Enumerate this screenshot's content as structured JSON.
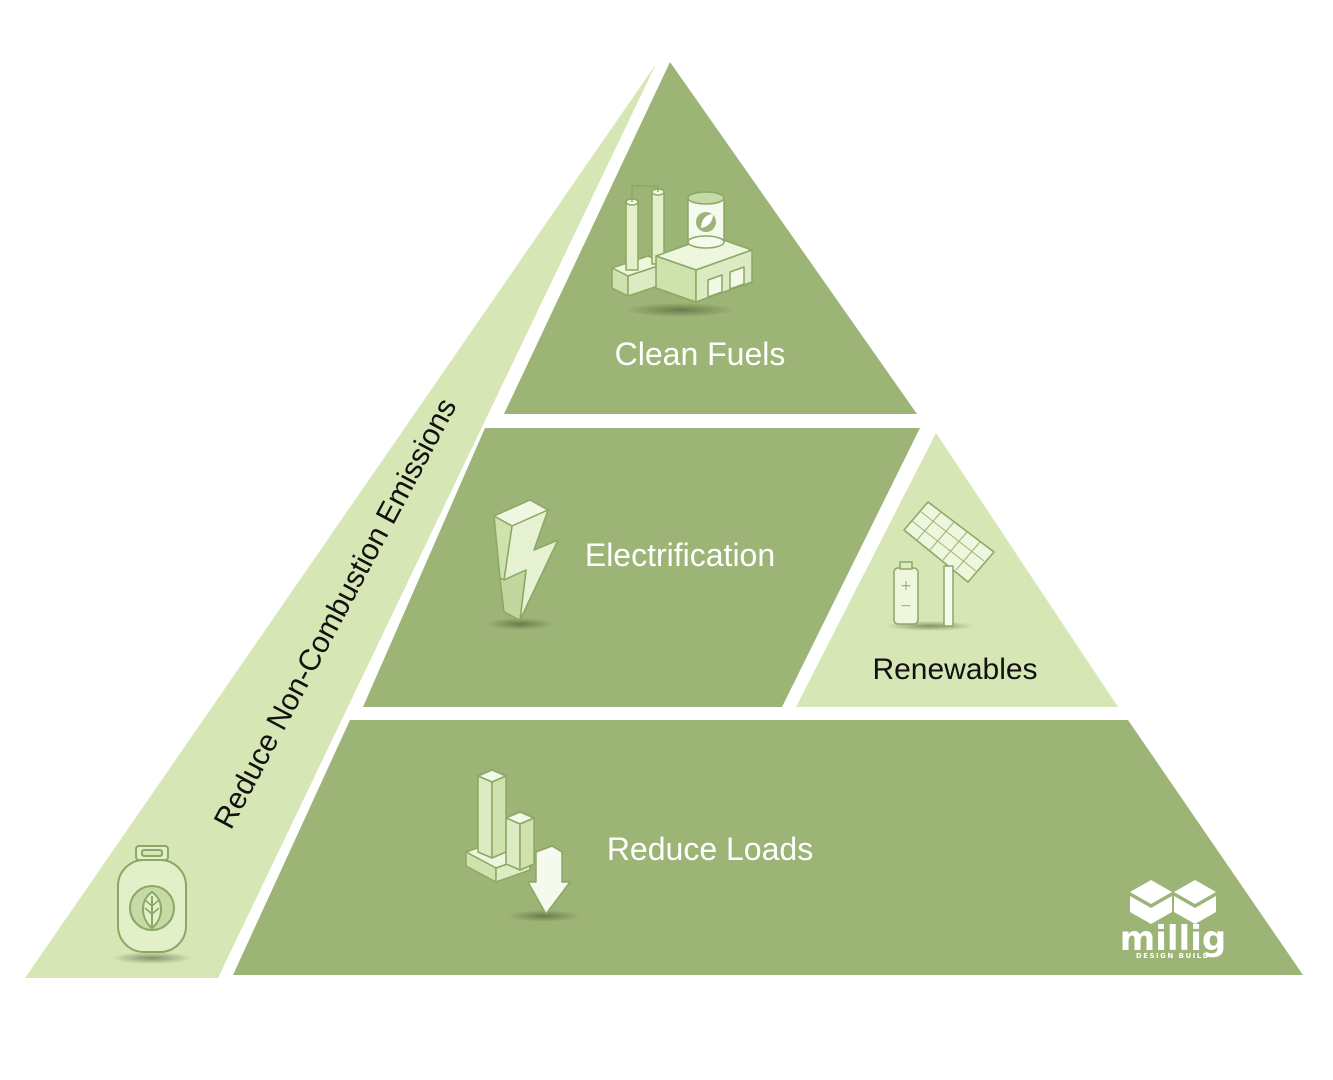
{
  "diagram": {
    "tiers": {
      "top": {
        "label": "Clean Fuels",
        "icon": "factory-icon"
      },
      "middle": {
        "label": "Electrification",
        "icon": "lightning-bolt-icon"
      },
      "side": {
        "label": "Renewables",
        "icon": "solar-panel-battery-icon"
      },
      "bottom": {
        "label": "Reduce Loads",
        "icon": "bar-chart-decrease-icon"
      },
      "edge": {
        "label": "Reduce Non-Combustion Emissions",
        "icon": "gas-tank-leaf-icon"
      }
    },
    "logo": {
      "name": "millig",
      "tagline": "DESIGN BUILD"
    },
    "colors": {
      "dark_green": "#9cb475",
      "light_green": "#d6e6b4",
      "icon_light": "#e2efc9",
      "icon_stroke": "#8aa863",
      "white": "#ffffff"
    }
  }
}
